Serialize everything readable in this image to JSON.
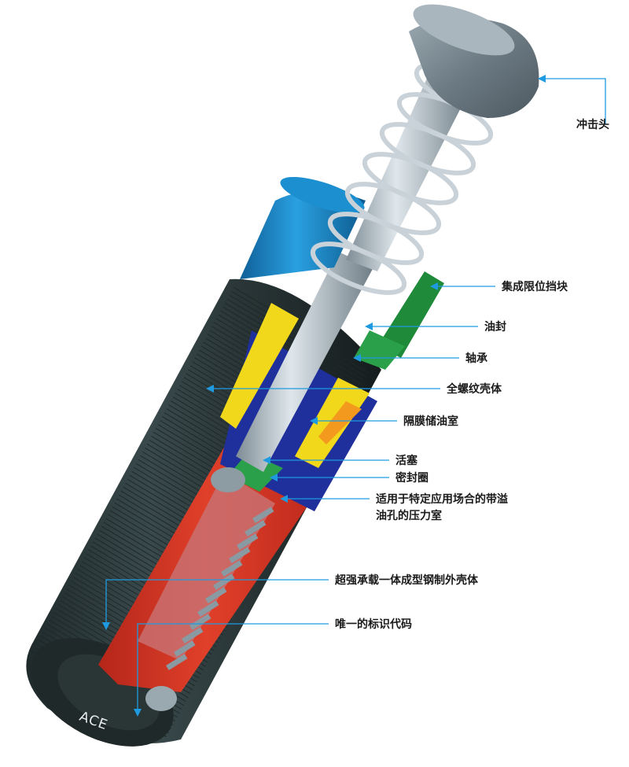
{
  "figure": {
    "brand_engraving": "ACE",
    "callouts": [
      {
        "id": "impact-head",
        "lines": [
          "冲击头"
        ]
      },
      {
        "id": "integrated-stop",
        "lines": [
          "集成限位挡块"
        ]
      },
      {
        "id": "oil-seal",
        "lines": [
          "油封"
        ]
      },
      {
        "id": "bearing",
        "lines": [
          "轴承"
        ]
      },
      {
        "id": "full-thread-body",
        "lines": [
          "全螺纹壳体"
        ]
      },
      {
        "id": "diaphragm-reservoir",
        "lines": [
          "隔膜储油室"
        ]
      },
      {
        "id": "piston",
        "lines": [
          "活塞"
        ]
      },
      {
        "id": "seal-ring",
        "lines": [
          "密封圈"
        ]
      },
      {
        "id": "pressure-chamber",
        "lines": [
          "适用于特定应用场合的带溢",
          "油孔的压力室"
        ]
      },
      {
        "id": "outer-body",
        "lines": [
          "超强承载一体成型钢制外壳体"
        ]
      },
      {
        "id": "id-code",
        "lines": [
          "唯一的标识代码"
        ]
      }
    ]
  },
  "colors": {
    "leader": "#1e9be0",
    "thread_body": "#2d3a3b",
    "blue_cap": "#1c8fd0",
    "pressure_chamber": "#e8401c",
    "inner_blue": "#1f2f9c",
    "yellow": "#f2d81a",
    "green": "#1f8a3a",
    "rod": "#b7c4cc",
    "spring": "#c9d2d8"
  },
  "icons": [
    "shock-absorber-cutaway"
  ]
}
